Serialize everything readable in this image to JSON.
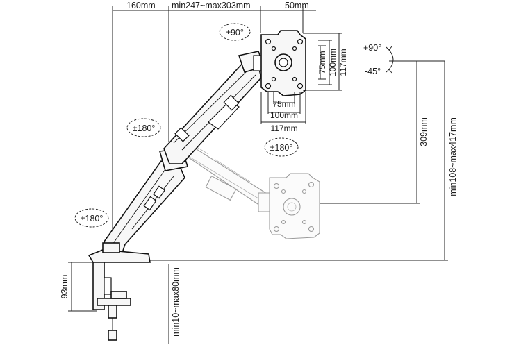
{
  "dimensions": {
    "top_left_offset": "160mm",
    "arm_extension": "min247~max303mm",
    "top_right_offset": "50mm",
    "vesa_vertical_75": "75mm",
    "vesa_vertical_100": "100mm",
    "vesa_vertical_117": "117mm",
    "vesa_horizontal_75": "75mm",
    "vesa_horizontal_100": "100mm",
    "vesa_horizontal_117": "117mm",
    "height_travel": "309mm",
    "total_height": "min108~max417mm",
    "clamp_height": "93mm",
    "desk_thickness": "min10~max80mm"
  },
  "rotations": {
    "monitor_rotate": "±90°",
    "tilt_up": "+90°",
    "tilt_down": "-45°",
    "monitor_swivel": "±180°",
    "arm_swivel": "±180°",
    "base_swivel": "±180°"
  }
}
